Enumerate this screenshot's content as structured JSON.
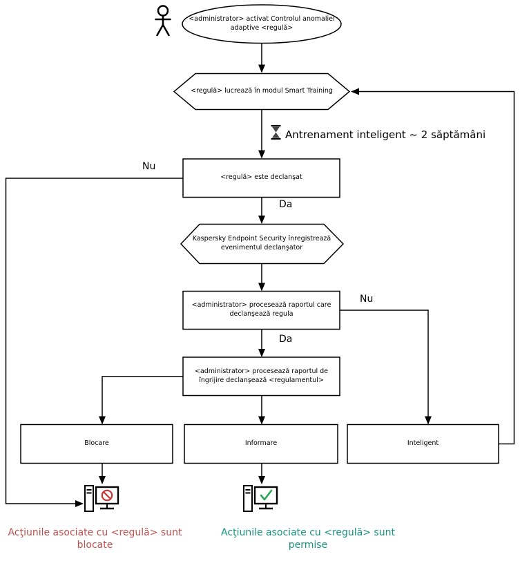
{
  "colors": {
    "blocked_text": "#c0504d",
    "allowed_text": "#16937e",
    "prohibition_badge": "#cc3333",
    "check_badge": "#2aa558",
    "line": "#000000"
  },
  "nodes": {
    "start": "<administrator> activat Controlul anomaliei adaptive <regulă>",
    "smart_training": "<regulă> lucrează în modul Smart Training",
    "rule_triggered": "<regulă> este declanşat",
    "kes_registers": "Kaspersky Endpoint Security înregistrează evenimentul declanşator",
    "admin_report": "<administrator> procesează raportul care declanşează regula",
    "admin_care_report": "<administrator> procesează raportul de îngrijire declanşează <regulamentul>",
    "block": "Blocare",
    "inform": "Informare",
    "smart": "Inteligent"
  },
  "edge_labels": {
    "training_note": "Antrenament inteligent ~ 2 săptămâni",
    "no_left": "Nu",
    "yes_first": "Da",
    "no_right": "Nu",
    "yes_second": "Da"
  },
  "outcomes": {
    "blocked": "Acţiunile asociate cu <regulă> sunt blocate",
    "allowed": "Acţiunile asociate cu <regulă> sunt permise"
  },
  "icons": {
    "person": "person-icon",
    "hourglass": "hourglass-icon",
    "blocked_computer": "computer-prohibited-icon",
    "allowed_computer": "computer-allowed-icon"
  }
}
